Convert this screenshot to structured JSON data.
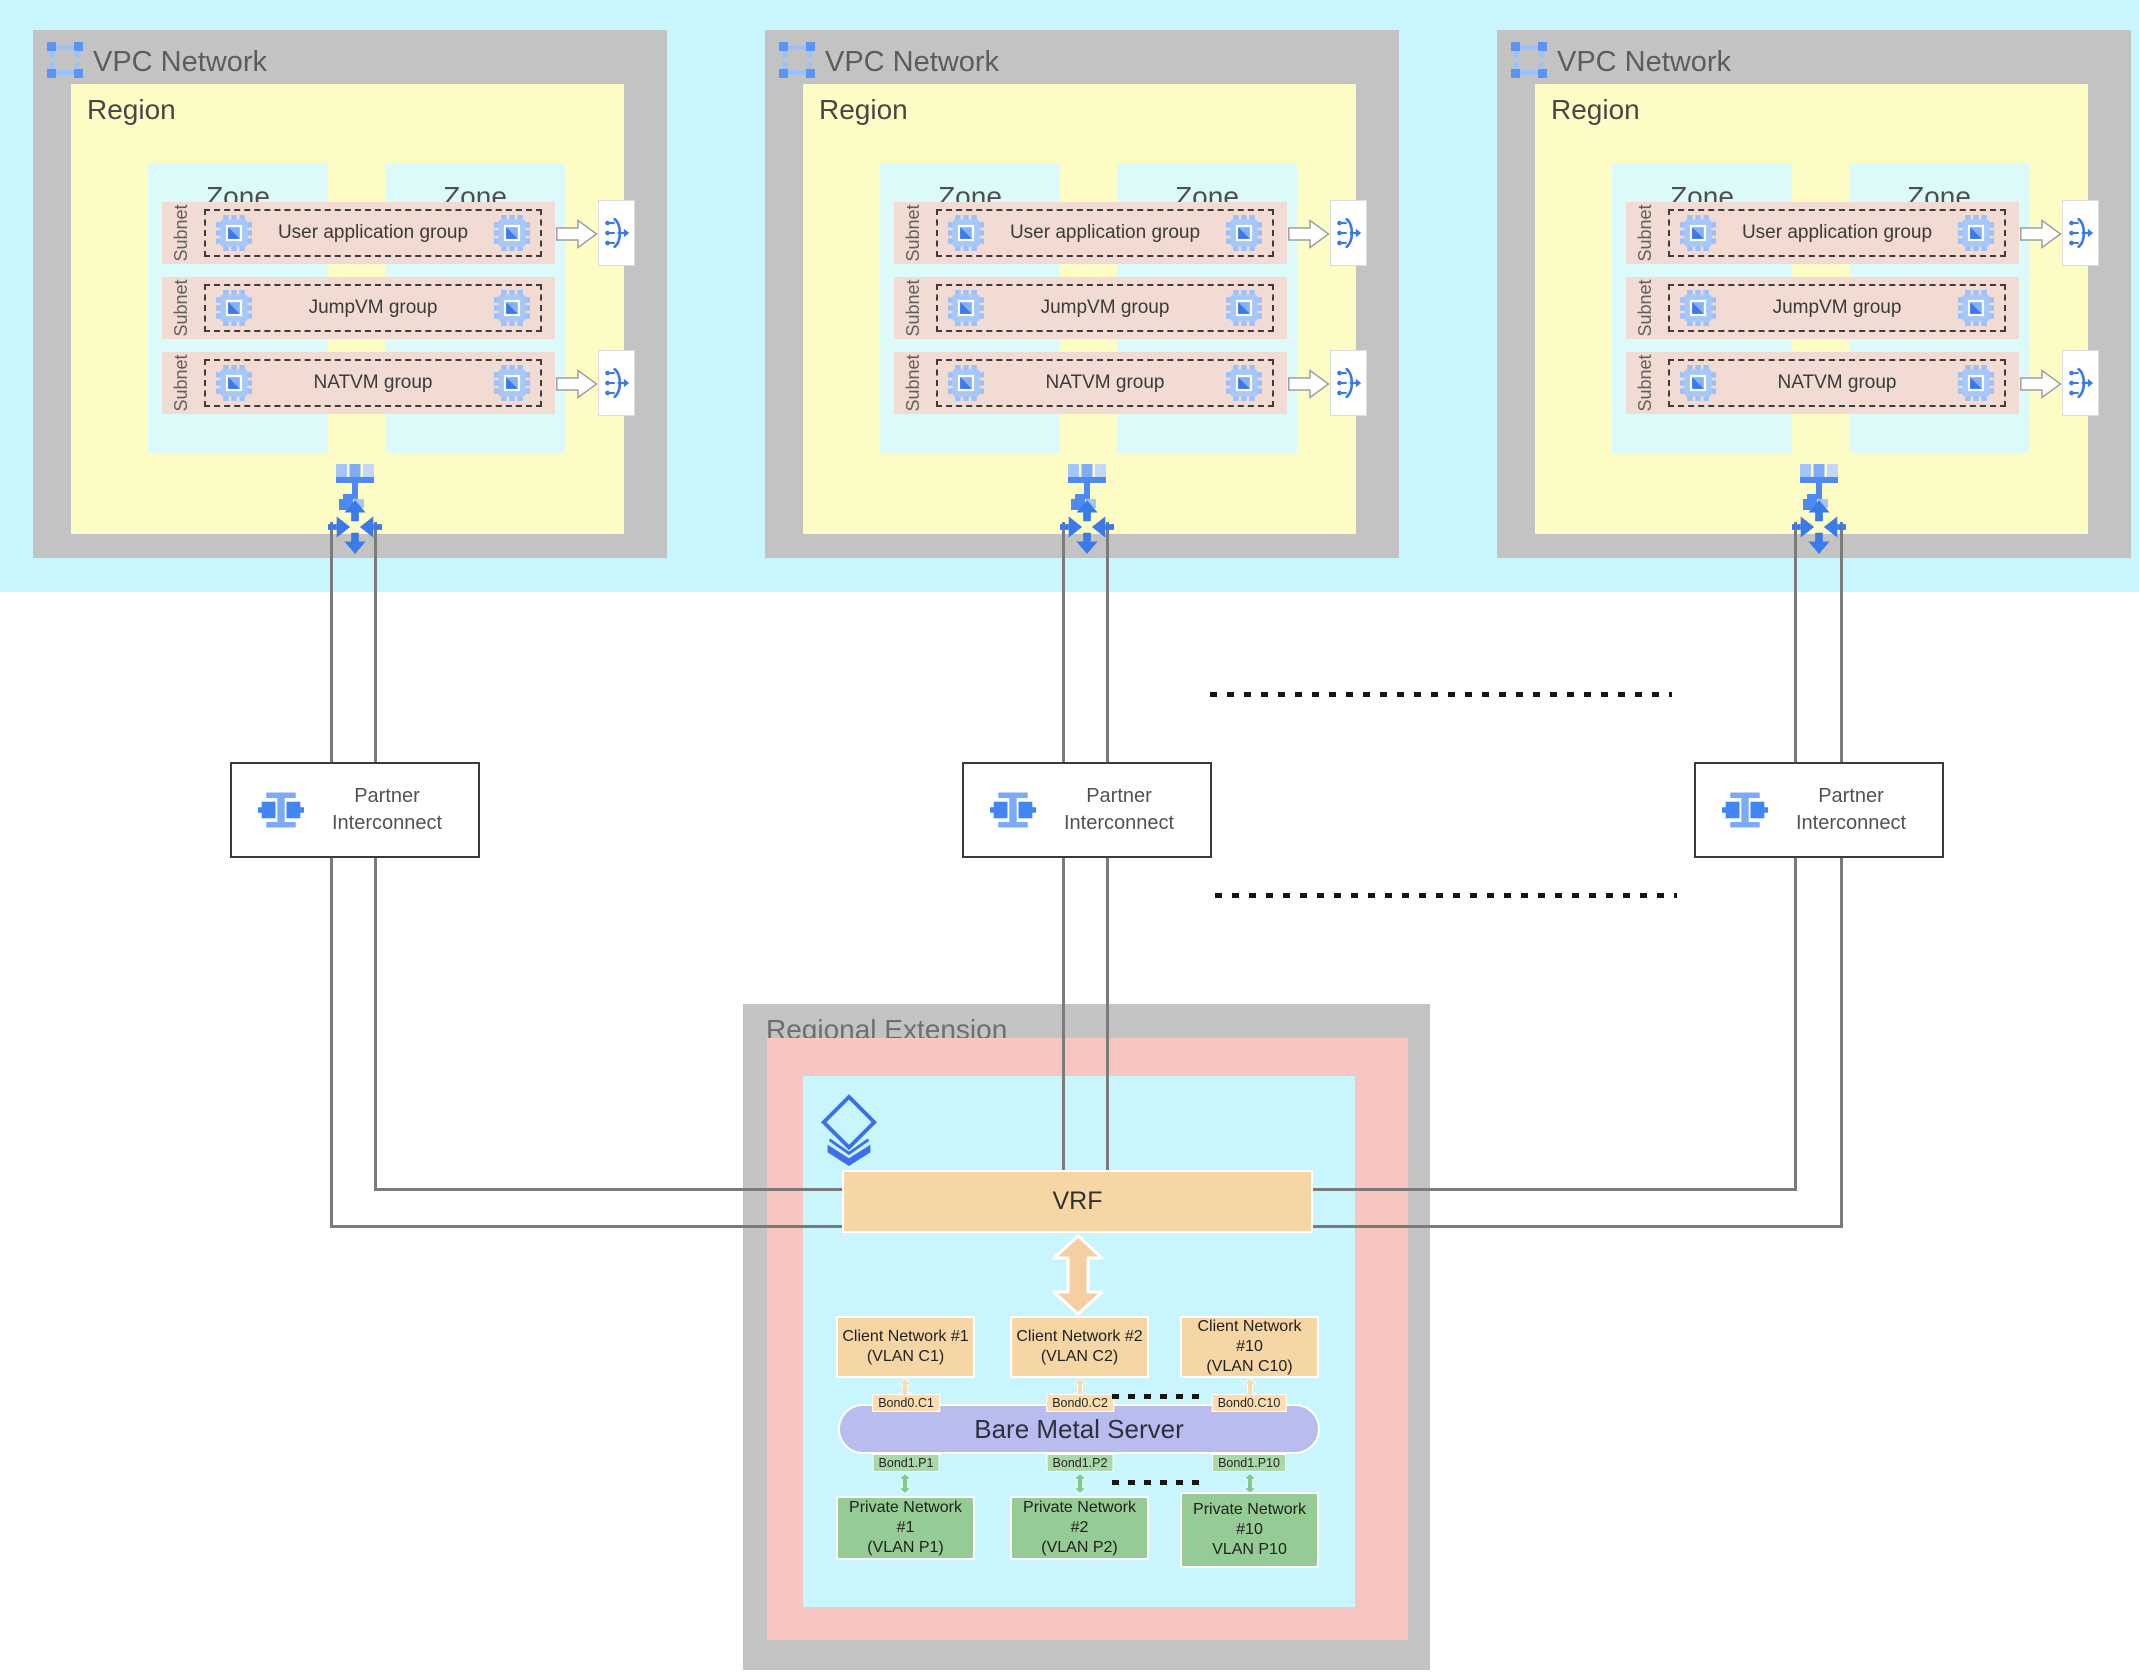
{
  "vpc": {
    "title": "VPC Network",
    "region": "Region",
    "zone": "Zone",
    "subnet": "Subnet",
    "groups": [
      "User application group",
      "JumpVM group",
      "NATVM group"
    ]
  },
  "partner_interconnect": {
    "line1": "Partner",
    "line2": "Interconnect"
  },
  "regional_extension": {
    "title": "Regional Extension",
    "vrf": "VRF",
    "bare_metal": "Bare Metal Server",
    "client_networks": [
      {
        "name": "Client Network #1",
        "vlan": "(VLAN C1)",
        "bond": "Bond0.C1"
      },
      {
        "name": "Client Network #2",
        "vlan": "(VLAN C2)",
        "bond": "Bond0.C2"
      },
      {
        "name": "Client Network #10",
        "vlan": "(VLAN C10)",
        "bond": "Bond0.C10"
      }
    ],
    "private_networks": [
      {
        "name": "Private Network #1",
        "vlan": "(VLAN P1)",
        "bond": "Bond1.P1"
      },
      {
        "name": "Private Network #2",
        "vlan": "(VLAN P2)",
        "bond": "Bond1.P2"
      },
      {
        "name": "Private Network #10",
        "vlan": "VLAN P10",
        "bond": "Bond1.P10"
      }
    ]
  },
  "icons": {
    "vpc": "vpc-network-icon",
    "vm": "compute-engine-icon",
    "load_balancer": "load-balancer-icon",
    "network": "network-icon",
    "router": "cloud-router-icon",
    "interconnect": "partner-interconnect-icon",
    "bare_metal": "bare-metal-layers-icon",
    "flow": "block-arrow-icon",
    "double_arrow": "double-arrow-icon"
  },
  "colors": {
    "band_cyan": "#c9f6fd",
    "frame_gray": "#c3c3c3",
    "region_yellow": "#fdfcc5",
    "zone_cyan": "#ddfafa",
    "subnet_pink": "#f1dbd2",
    "ext_pink": "#f8c6c1",
    "vrf_orange": "#f6d6a5",
    "network_green": "#95cb95",
    "server_purple": "#b9bcee",
    "icon_blue": "#4285f4",
    "line_gray": "#7b7b7b"
  }
}
